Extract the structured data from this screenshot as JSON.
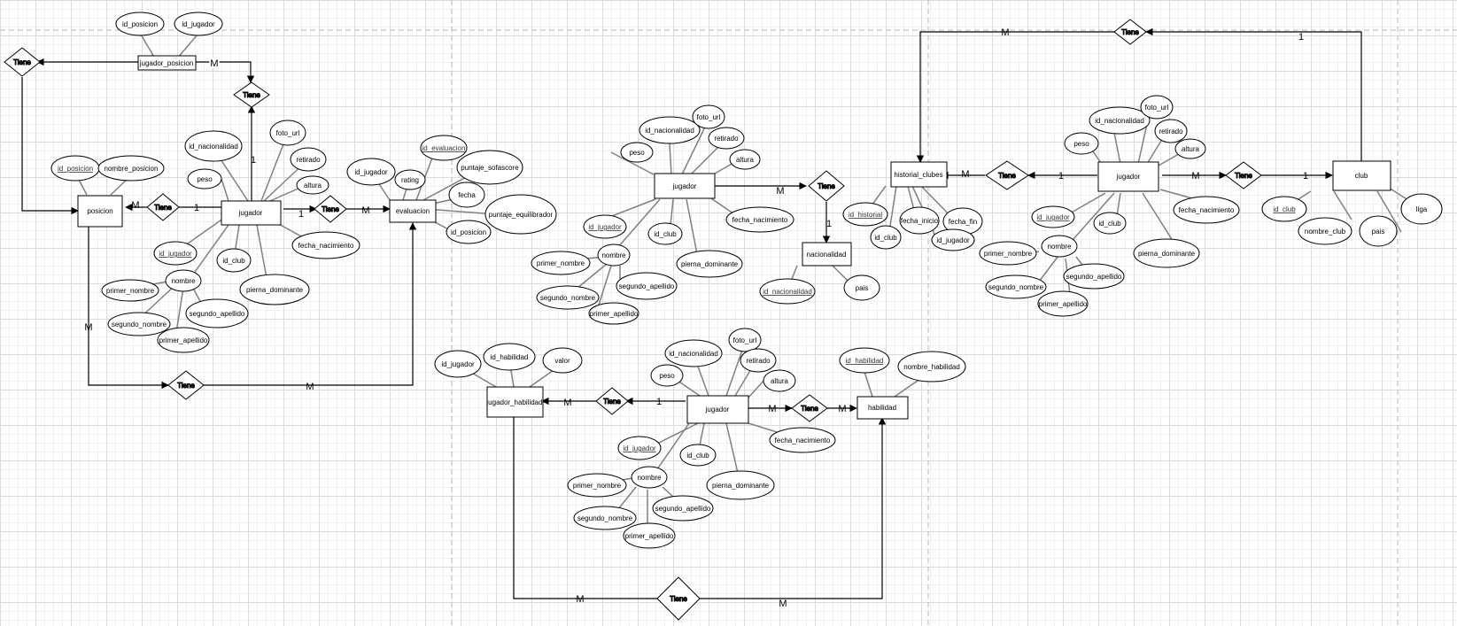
{
  "colors": {
    "line": "#000000",
    "attribute_line": "#808080",
    "grid": "#dcdcdc",
    "page_break": "#b8b8b8",
    "fill": "#ffffff"
  },
  "labels": {
    "tiene": "Tiene",
    "one": "1",
    "many": "M",
    "jugador": "jugador",
    "posicion": "posicion",
    "jugador_posicion": "jugador_posicion",
    "evaluacion": "evaluacion",
    "nacionalidad": "nacionalidad",
    "historial_clubes": "historial_clubes",
    "club": "club",
    "jugador_habilidad": "jugador_habilidad",
    "habilidad": "habilidad",
    "id_posicion": "id_posicion",
    "id_jugador": "id_jugador",
    "nombre_posicion": "nombre_posicion",
    "id_nacionalidad": "id_nacionalidad",
    "foto_url": "foto_url",
    "retirado": "retirado",
    "peso": "peso",
    "altura": "altura",
    "id_club": "id_club",
    "fecha_nacimiento": "fecha_nacimiento",
    "pierna_dominante": "pierna_dominante",
    "nombre": "nombre",
    "primer_nombre": "primer_nombre",
    "segundo_nombre": "segundo_nombre",
    "primer_apellido": "primer_apellido",
    "segundo_apellido": "segundo_apellido",
    "id_evaluacion": "id_evaluacion",
    "puntaje_sofascore": "puntaje_sofascore",
    "rating": "rating",
    "fecha": "fecha",
    "puntaje_equilibrador": "puntaje_equilibrador",
    "id_historial": "id_historial",
    "fecha_inicio": "fecha_inicio",
    "fecha_fin": "fecha_fin",
    "pais": "pais",
    "nombre_club": "nombre_club",
    "liga": "liga",
    "id_habilidad": "id_habilidad",
    "valor": "valor",
    "nombre_habilidad": "nombre_habilidad"
  }
}
